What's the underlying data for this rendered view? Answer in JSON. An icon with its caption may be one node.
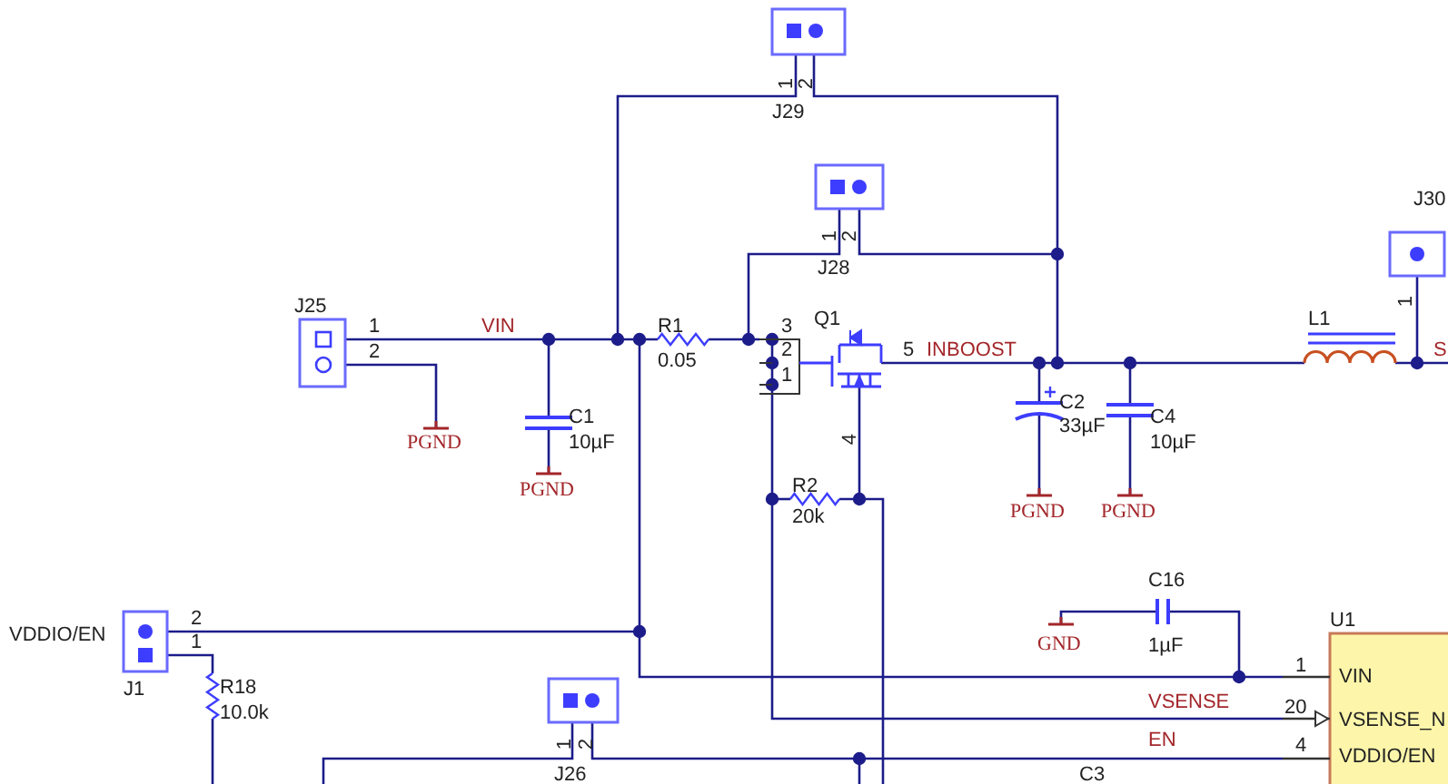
{
  "diagram": {
    "labels": [
      "1",
      "2",
      "J29",
      "1",
      "2",
      "J28",
      "J30",
      "1",
      "J25",
      "1",
      "VIN",
      "R1",
      "3",
      "Q1",
      "L1",
      "2",
      "0.05",
      "2",
      "5",
      "INBOOST",
      "S",
      "1",
      "C2",
      "C1",
      "C4",
      "33µF",
      "10µF",
      "10µF",
      "4",
      "PGND",
      "PGND",
      "R2",
      "20k",
      "PGND",
      "PGND",
      "C16",
      "VDDIO/EN",
      "2",
      "U1",
      "1",
      "GND",
      "1µF",
      "J1",
      "R18",
      "1",
      "VIN",
      "10.0k",
      "VSENSE",
      "20",
      "VSENSE_N",
      "1",
      "2",
      "EN",
      "4",
      "J26",
      "C3",
      "VDDIO/EN"
    ]
  }
}
